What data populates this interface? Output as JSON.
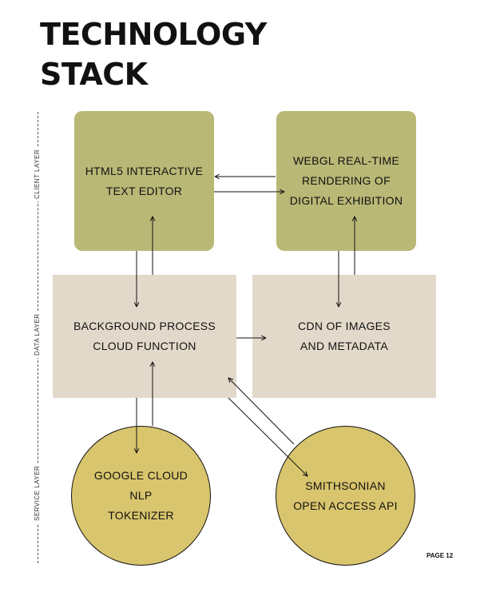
{
  "title": {
    "line1": "TECHNOLOGY",
    "line2": "STACK"
  },
  "layers": {
    "client": "CLIENT LAYER",
    "data": "DATA LAYER",
    "service": "SERVICE LAYER"
  },
  "nodes": {
    "editor": {
      "line1": "HTML5 INTERACTIVE",
      "line2": "TEXT EDITOR"
    },
    "webgl": {
      "line1": "WEBGL REAL-TIME",
      "line2": "RENDERING OF",
      "line3": "DIGITAL EXHIBITION"
    },
    "cloud_function": {
      "line1": "BACKGROUND PROCESS",
      "line2": "CLOUD FUNCTION"
    },
    "cdn": {
      "line1": "CDN OF IMAGES",
      "line2": "AND METADATA"
    },
    "nlp": {
      "line1": "GOOGLE CLOUD",
      "line2": "NLP",
      "line3": "TOKENIZER"
    },
    "smithsonian": {
      "line1": "SMITHSONIAN",
      "line2": "OPEN ACCESS API"
    }
  },
  "colors": {
    "client_layer": "#b9b876",
    "data_layer": "#e3d9ca",
    "service_layer": "#d9c56d"
  },
  "page": "PAGE 12"
}
